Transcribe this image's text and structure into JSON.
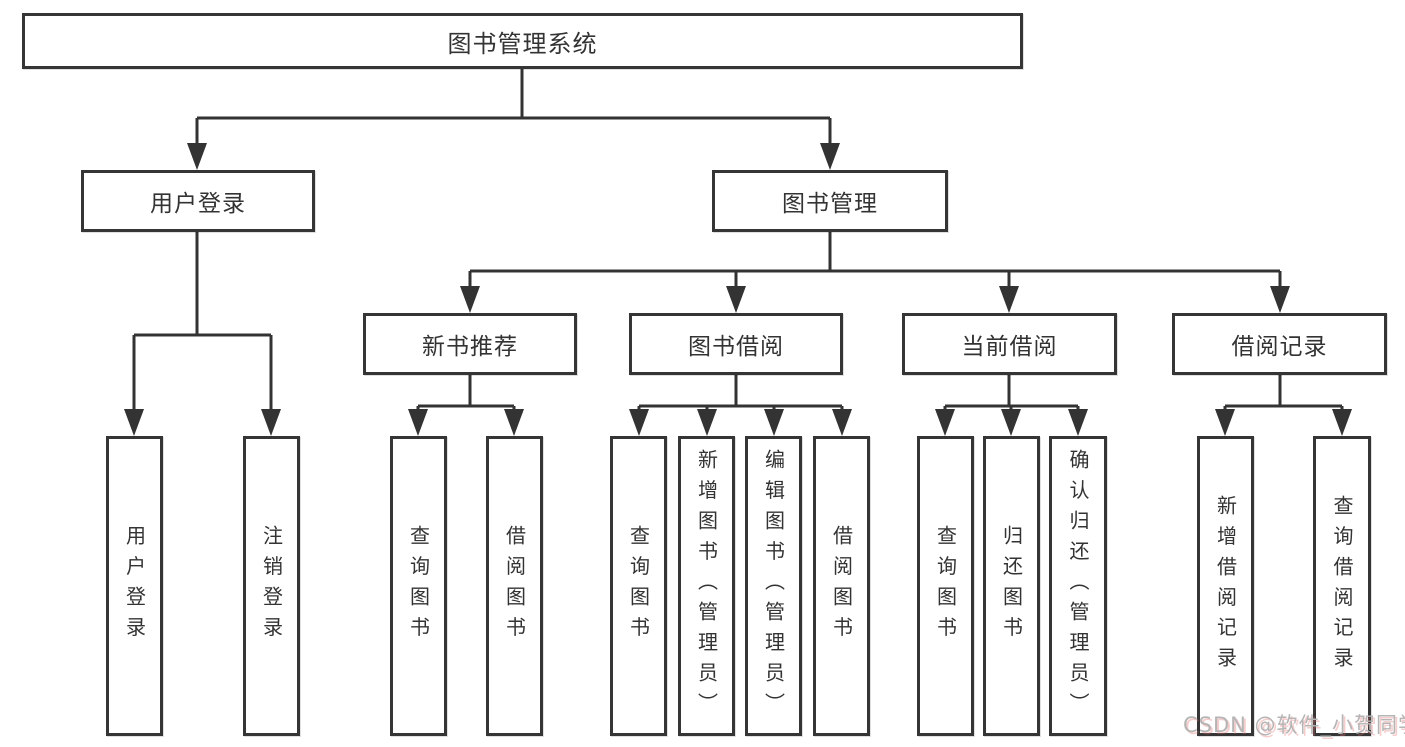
{
  "diagram_title": "图书管理系统",
  "nodes": {
    "root": "图书管理系统",
    "user_login": "用户登录",
    "book_mgmt": "图书管理",
    "new_book": "新书推荐",
    "book_borrow": "图书借阅",
    "current_borrow": "当前借阅",
    "borrow_record": "借阅记录",
    "leaf_user_login": "用户登录",
    "leaf_logout": "注销登录",
    "leaf_nb_query": "查询图书",
    "leaf_nb_borrow": "借阅图书",
    "leaf_bb_query": "查询图书",
    "leaf_bb_add": "新增图书（管理员）",
    "leaf_bb_edit": "编辑图书（管理员）",
    "leaf_bb_borrow": "借阅图书",
    "leaf_cb_query": "查询图书",
    "leaf_cb_return": "归还图书",
    "leaf_cb_confirm": "确认归还（管理员）",
    "leaf_br_add": "新增借阅记录",
    "leaf_br_query": "查询借阅记录"
  },
  "tree": {
    "图书管理系统": {
      "用户登录": [
        "用户登录",
        "注销登录"
      ],
      "图书管理": {
        "新书推荐": [
          "查询图书",
          "借阅图书"
        ],
        "图书借阅": [
          "查询图书",
          "新增图书（管理员）",
          "编辑图书（管理员）",
          "借阅图书"
        ],
        "当前借阅": [
          "查询图书",
          "归还图书",
          "确认归还（管理员）"
        ],
        "借阅记录": [
          "新增借阅记录",
          "查询借阅记录"
        ]
      }
    }
  },
  "watermark": "CSDN @软件_小贺同学",
  "colors": {
    "line": "#333333",
    "box_border": "#353535",
    "text": "#333333",
    "background": "#ffffff",
    "watermark_text": "#b5b5b5"
  }
}
